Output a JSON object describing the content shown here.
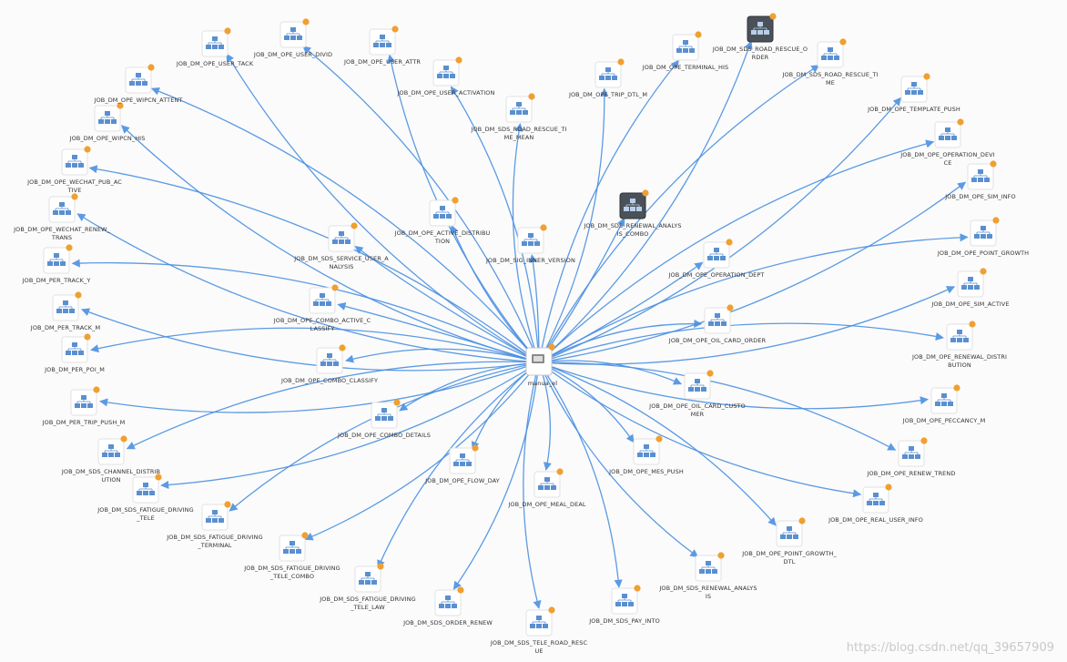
{
  "center": {
    "label": "manua_el"
  },
  "nodes": [
    {
      "id": "n1",
      "label": "JOB_DM_OPE_USER_TACK",
      "dark": false
    },
    {
      "id": "n2",
      "label": "JOB_DM_OPE_USER_DIVID",
      "dark": false
    },
    {
      "id": "n3",
      "label": "JOB_DM_OPE_USER_ATTR",
      "dark": false
    },
    {
      "id": "n4",
      "label": "JOB_DM_OPE_USER_ACTIVATION",
      "dark": false
    },
    {
      "id": "n5",
      "label": "JOB_DM_SDS_ROAD_RESCUE_TI|ME_MEAN",
      "dark": false
    },
    {
      "id": "n6",
      "label": "JOB_DM_OPE_TRIP_DTL_M",
      "dark": false
    },
    {
      "id": "n7",
      "label": "JOB_DM_OPE_TERMINAL_HIS",
      "dark": false
    },
    {
      "id": "n8",
      "label": "JOB_DM_SDS_ROAD_RESCUE_O|RDER",
      "dark": true
    },
    {
      "id": "n9",
      "label": "JOB_DM_SDS_ROAD_RESCUE_TI|ME",
      "dark": false
    },
    {
      "id": "n10",
      "label": "JOB_DM_OPE_TEMPLATE_PUSH",
      "dark": false
    },
    {
      "id": "n11",
      "label": "JOB_DM_OPE_OPERATION_DEVI|CE",
      "dark": false
    },
    {
      "id": "n12",
      "label": "JOB_DM_OPE_SIM_INFO",
      "dark": false
    },
    {
      "id": "n13",
      "label": "JOB_DM_OPE_POINT_GROWTH",
      "dark": false
    },
    {
      "id": "n14",
      "label": "JOB_DM_OPE_SIM_ACTIVE",
      "dark": false
    },
    {
      "id": "n15",
      "label": "JOB_DM_OPE_RENEWAL_DISTRI|BUTION",
      "dark": false
    },
    {
      "id": "n16",
      "label": "JOB_DM_OPE_PECCANCY_M",
      "dark": false
    },
    {
      "id": "n17",
      "label": "JOB_DM_OPE_RENEW_TREND",
      "dark": false
    },
    {
      "id": "n18",
      "label": "JOB_DM_OPE_REAL_USER_INFO",
      "dark": false
    },
    {
      "id": "n19",
      "label": "JOB_DM_OPE_POINT_GROWTH_|DTL",
      "dark": false
    },
    {
      "id": "n20",
      "label": "JOB_DM_SDS_RENEWAL_ANALYS|IS",
      "dark": false
    },
    {
      "id": "n21",
      "label": "JOB_DM_SDS_PAY_INTO",
      "dark": false
    },
    {
      "id": "n22",
      "label": "JOB_DM_SDS_TELE_ROAD_RESC|UE",
      "dark": false
    },
    {
      "id": "n23",
      "label": "JOB_DM_SDS_ORDER_RENEW",
      "dark": false
    },
    {
      "id": "n24",
      "label": "JOB_DM_SDS_FATIGUE_DRIVING|_TELE_LAW",
      "dark": false
    },
    {
      "id": "n25",
      "label": "JOB_DM_SDS_FATIGUE_DRIVING|_TELE_COMBO",
      "dark": false
    },
    {
      "id": "n26",
      "label": "JOB_DM_SDS_FATIGUE_DRIVING|_TERMINAL",
      "dark": false
    },
    {
      "id": "n27",
      "label": "JOB_DM_SDS_FATIGUE_DRIVING|_TELE",
      "dark": false
    },
    {
      "id": "n28",
      "label": "JOB_DM_SDS_CHANNEL_DISTRIB|UTION",
      "dark": false
    },
    {
      "id": "n29",
      "label": "JOB_DM_PER_TRIP_PUSH_M",
      "dark": false
    },
    {
      "id": "n30",
      "label": "JOB_DM_PER_POI_M",
      "dark": false
    },
    {
      "id": "n31",
      "label": "JOB_DM_PER_TRACK_M",
      "dark": false
    },
    {
      "id": "n32",
      "label": "JOB_DM_PER_TRACK_Y",
      "dark": false
    },
    {
      "id": "n33",
      "label": "JOB_DM_OPE_WECHAT_RENEW_|TRANS",
      "dark": false
    },
    {
      "id": "n34",
      "label": "JOB_DM_OPE_WECHAT_PUB_AC|TIVE",
      "dark": false
    },
    {
      "id": "n35",
      "label": "JOB_DM_OPE_WIPCN_HIS",
      "dark": false
    },
    {
      "id": "n36",
      "label": "JOB_DM_OPE_WIPCN_ATTENT",
      "dark": false
    },
    {
      "id": "n37",
      "label": "JOB_DM_SDS_SERVICE_USER_A|NALYSIS",
      "dark": false
    },
    {
      "id": "n38",
      "label": "JOB_DM_OPE_ACTIVE_DISTRIBU|TION",
      "dark": false
    },
    {
      "id": "n39",
      "label": "JOB_DM_SIG_INNER_VERSION",
      "dark": false
    },
    {
      "id": "n40",
      "label": "JOB_DM_SDS_RENEWAL_ANALYS|IS_COMBO",
      "dark": true
    },
    {
      "id": "n41",
      "label": "JOB_DM_OPE_OPERATION_DEPT",
      "dark": false
    },
    {
      "id": "n42",
      "label": "JOB_DM_OPE_COMBO_ACTIVE_C|LASSIFY",
      "dark": false
    },
    {
      "id": "n43",
      "label": "JOB_DM_OPE_OIL_CARD_ORDER",
      "dark": false
    },
    {
      "id": "n44",
      "label": "JOB_DM_OPE_COMBO_CLASSIFY",
      "dark": false
    },
    {
      "id": "n45",
      "label": "JOB_DM_OPE_OIL_CARD_CUSTO|MER",
      "dark": false
    },
    {
      "id": "n46",
      "label": "JOB_DM_OPE_COMBO_DETAILS",
      "dark": false
    },
    {
      "id": "n47",
      "label": "JOB_DM_OPE_MES_PUSH",
      "dark": false
    },
    {
      "id": "n48",
      "label": "JOB_DM_OPE_FLOW_DAY",
      "dark": false
    },
    {
      "id": "n49",
      "label": "JOB_DM_OPE_MEAL_DEAL",
      "dark": false
    }
  ],
  "watermark": "https://blog.csdn.net/qq_39657909",
  "colors": {
    "edge": "#4a90e2",
    "badge": "#f0a030",
    "icon": "#5a8fd0",
    "dark_tile": "#4b5158"
  }
}
